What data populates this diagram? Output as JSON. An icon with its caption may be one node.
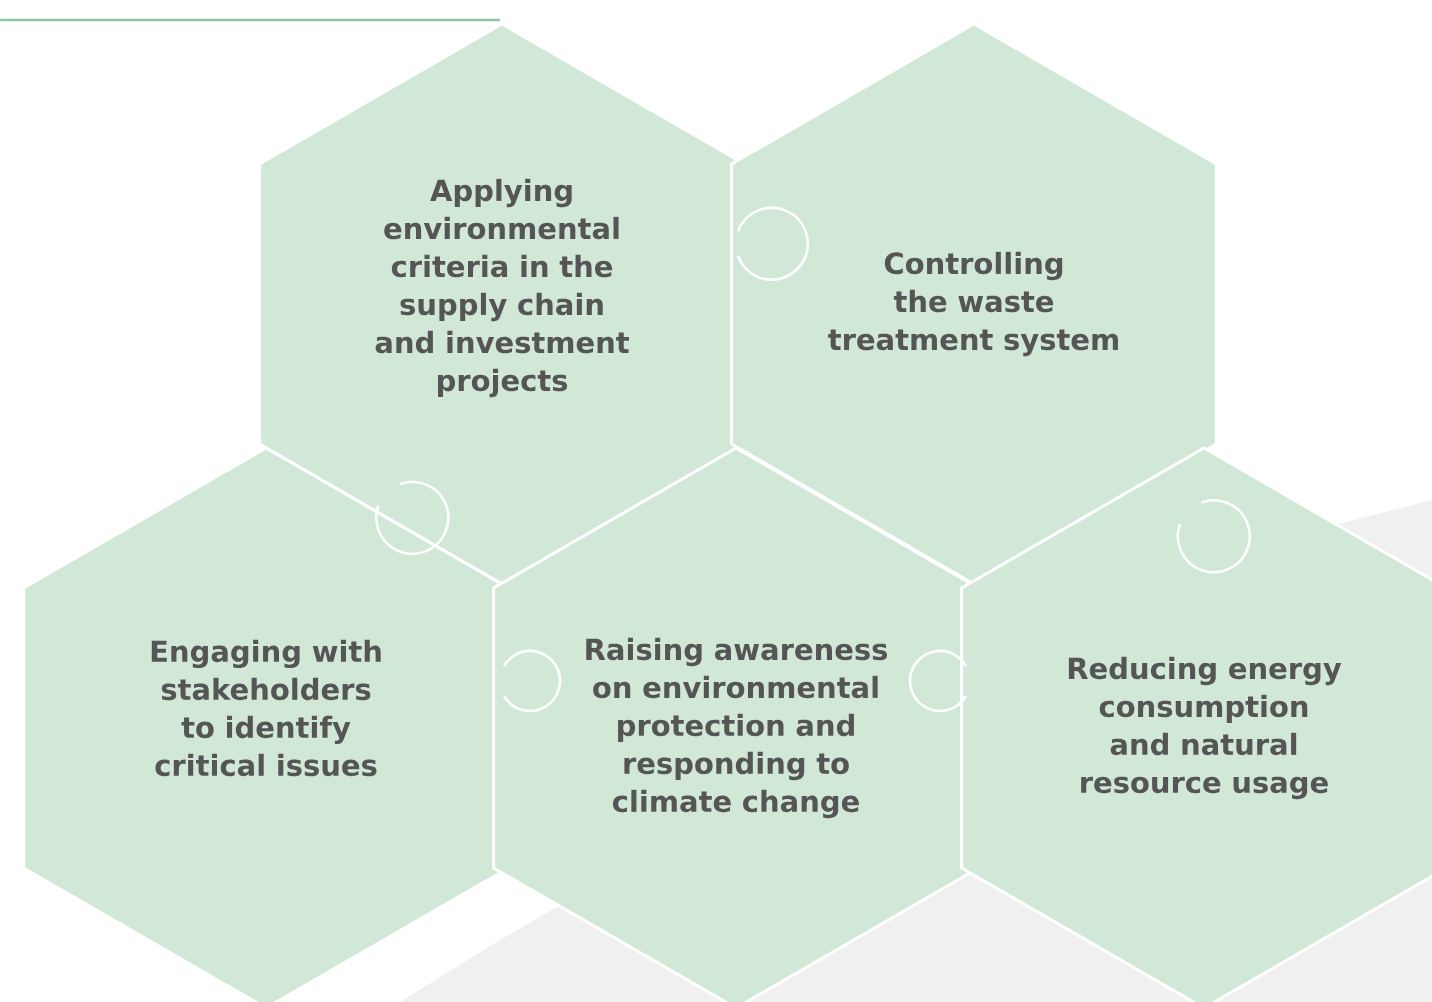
{
  "diagram": {
    "nodes": [
      {
        "text": [
          "Applying environmental criteria in the supply chain and investment projects"
        ]
      },
      {
        "text": [
          "Controlling the waste treatment system"
        ]
      },
      {
        "text": [
          "Engaging with stakeholders to identify critical issues"
        ]
      },
      {
        "text": [
          "Raising awareness on environmental protection and responding to climate change"
        ]
      },
      {
        "text": [
          "Reducing energy consumption and natural resource usage"
        ]
      }
    ]
  }
}
